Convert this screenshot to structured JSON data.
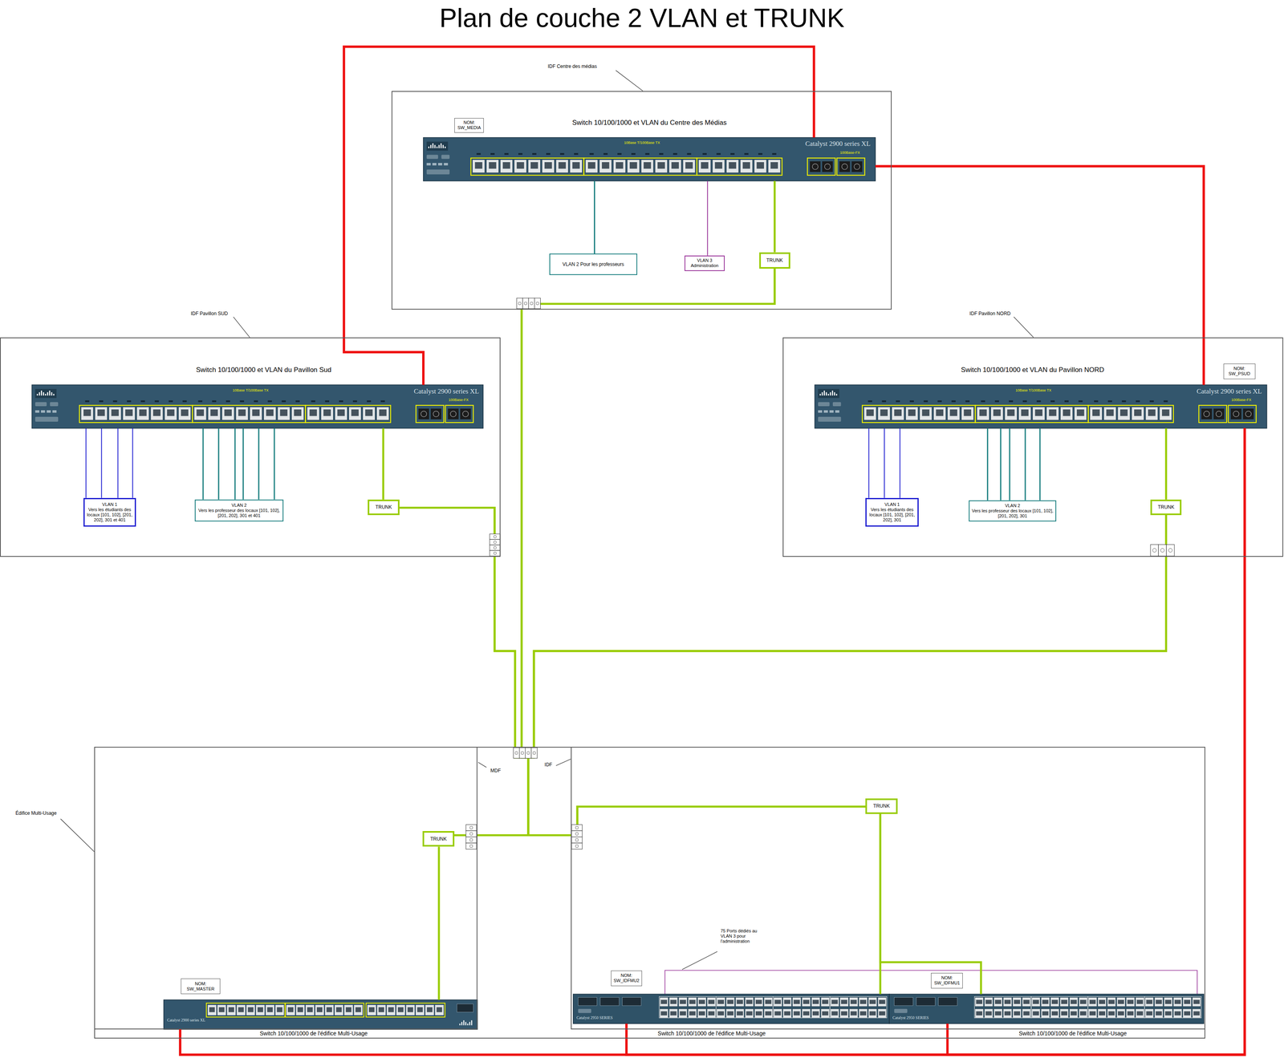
{
  "diagram": {
    "title": "Plan de couche 2 VLAN et TRUNK",
    "nodes": [
      {
        "text": [
          "IDF Centre des médias"
        ]
      },
      {
        "text": [
          "Switch 10/100/1000 et VLAN du Centre des Médias",
          "Catalyst 2900 series XL",
          "10Base T/100Base TX",
          "100Base-FX"
        ],
        "in": 0
      },
      {
        "text": [
          "NOM: SW_MEDIA"
        ],
        "in": 0
      },
      {
        "text": [
          "VLAN 2 Pour les professeurs"
        ],
        "in": 0
      },
      {
        "text": [
          "VLAN 3",
          "Administration"
        ],
        "in": 0
      },
      {
        "text": [
          "TRUNK"
        ],
        "in": 0
      },
      {
        "text": [
          "IDF Pavillon SUD"
        ]
      },
      {
        "text": [
          "Switch 10/100/1000 et VLAN du Pavillon Sud",
          "Catalyst 2900 series XL",
          "10Base T/100Base TX",
          "100Base-FX"
        ],
        "in": 6
      },
      {
        "text": [
          "VLAN 1",
          "Vers les étudiants des locaux [101, 102], [201, 202], 301 et 401"
        ],
        "in": 6
      },
      {
        "text": [
          "VLAN 2",
          "Vers les professeur des locaux [101, 102], [201, 202], 301 et 401"
        ],
        "in": 6
      },
      {
        "text": [
          "TRUNK"
        ],
        "in": 6
      },
      {
        "text": [
          "IDF Pavillon NORD"
        ]
      },
      {
        "text": [
          "NOM: SW_PSUD"
        ],
        "in": 11
      },
      {
        "text": [
          "Switch 10/100/1000 et VLAN du Pavillon NORD",
          "Catalyst 2900 series XL",
          "10Base T/100Base TX",
          "100Base-FX"
        ],
        "in": 11
      },
      {
        "text": [
          "VLAN 1",
          "Vers les étudiants des locaux [101, 102], [201, 202], 301"
        ],
        "in": 11
      },
      {
        "text": [
          "VLAN 2",
          "Vers les professeur des locaux [101, 102], [201, 202], 301"
        ],
        "in": 11
      },
      {
        "text": [
          "TRUNK"
        ],
        "in": 11
      },
      {
        "text": [
          "Édifice Multi-Usage"
        ]
      },
      {
        "text": [
          "MDF"
        ],
        "in": 17
      },
      {
        "text": [
          "IDF"
        ],
        "in": 17
      },
      {
        "text": [
          "TRUNK"
        ],
        "in": 18
      },
      {
        "text": [
          "NOM: SW_MASTER"
        ],
        "in": 18
      },
      {
        "text": [
          "Switch 10/100/1000 de l'édifice Multi-Usage",
          "Catalyst 2900 series XL"
        ],
        "in": 18
      },
      {
        "text": [
          "TRUNK"
        ],
        "in": 19
      },
      {
        "text": [
          "NOM: SW_IDFMU2"
        ],
        "in": 19
      },
      {
        "text": [
          "NOM: SW_IDFMU1"
        ],
        "in": 19
      },
      {
        "text": [
          "Switch 10/100/1000 de l'édifice Multi-Usage",
          "Catalyst 2950 SERIES"
        ],
        "in": 19
      },
      {
        "text": [
          "Switch 10/100/1000 de l'édifice Multi-Usage",
          "Catalyst 2950 SERIES"
        ],
        "in": 19
      }
    ],
    "edges": [
      {
        "from": 1,
        "to": 3,
        "arrow": "none"
      },
      {
        "from": 1,
        "to": 4,
        "arrow": "none"
      },
      {
        "from": 1,
        "to": 5,
        "arrow": "none"
      },
      {
        "from": 5,
        "to": 20,
        "arrow": "none"
      },
      {
        "from": 5,
        "to": 23,
        "arrow": "none"
      },
      {
        "from": 7,
        "to": 8,
        "arrow": "none"
      },
      {
        "from": 7,
        "to": 8,
        "arrow": "none"
      },
      {
        "from": 7,
        "to": 8,
        "arrow": "none"
      },
      {
        "from": 7,
        "to": 8,
        "arrow": "none"
      },
      {
        "from": 7,
        "to": 9,
        "arrow": "none"
      },
      {
        "from": 7,
        "to": 9,
        "arrow": "none"
      },
      {
        "from": 7,
        "to": 9,
        "arrow": "none"
      },
      {
        "from": 7,
        "to": 9,
        "arrow": "none"
      },
      {
        "from": 7,
        "to": 9,
        "arrow": "none"
      },
      {
        "from": 7,
        "to": 9,
        "arrow": "none"
      },
      {
        "from": 7,
        "to": 10,
        "arrow": "none"
      },
      {
        "from": 10,
        "to": 20,
        "arrow": "none"
      },
      {
        "from": 10,
        "to": 23,
        "arrow": "none"
      },
      {
        "from": 13,
        "to": 14,
        "arrow": "none"
      },
      {
        "from": 13,
        "to": 14,
        "arrow": "none"
      },
      {
        "from": 13,
        "to": 14,
        "arrow": "none"
      },
      {
        "from": 13,
        "to": 15,
        "arrow": "none"
      },
      {
        "from": 13,
        "to": 15,
        "arrow": "none"
      },
      {
        "from": 13,
        "to": 15,
        "arrow": "none"
      },
      {
        "from": 13,
        "to": 15,
        "arrow": "none"
      },
      {
        "from": 13,
        "to": 15,
        "arrow": "none"
      },
      {
        "from": 13,
        "to": 16,
        "arrow": "none"
      },
      {
        "from": 16,
        "to": 20,
        "arrow": "none"
      },
      {
        "from": 16,
        "to": 23,
        "arrow": "none"
      },
      {
        "from": 22,
        "to": 20,
        "arrow": "none"
      },
      {
        "from": 26,
        "to": 23,
        "arrow": "none"
      },
      {
        "from": 27,
        "to": 23,
        "arrow": "none"
      },
      {
        "from": 1,
        "to": 7,
        "arrow": "none"
      },
      {
        "from": 1,
        "to": 13,
        "arrow": "none"
      },
      {
        "from": 13,
        "to": 22,
        "arrow": "none"
      },
      {
        "from": 13,
        "to": 26,
        "arrow": "none"
      },
      {
        "from": 13,
        "to": 27,
        "arrow": "none"
      }
    ],
    "labels": [
      "75 Ports dédiés au VLAN 3 pour l'administration"
    ]
  }
}
